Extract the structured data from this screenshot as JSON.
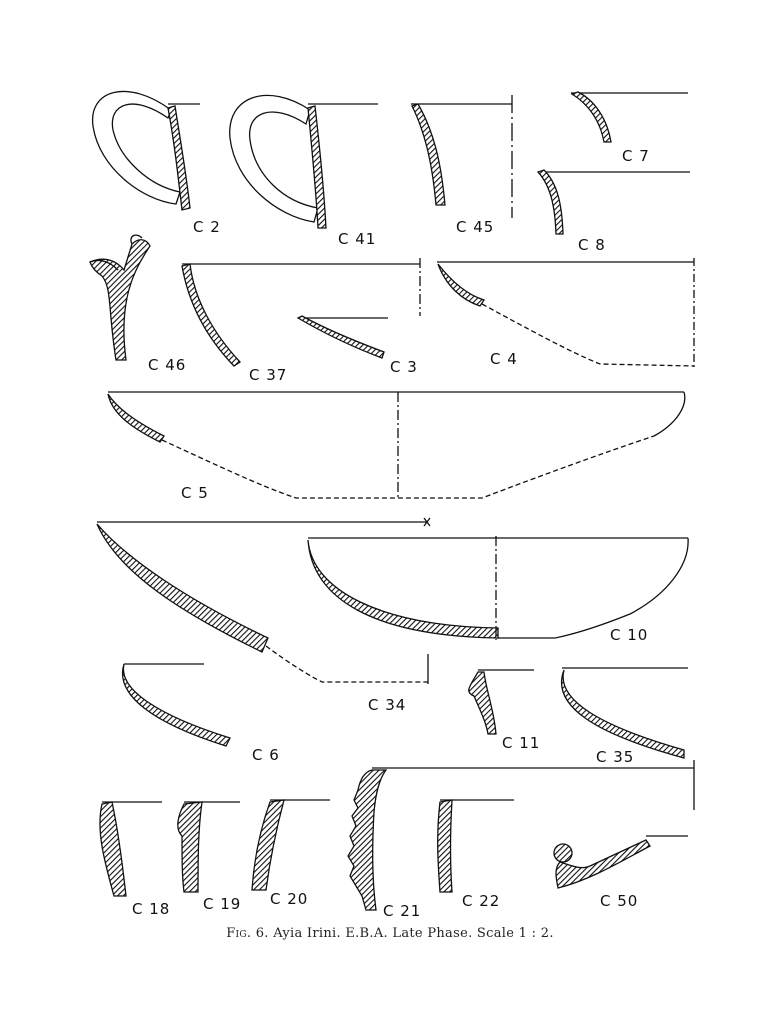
{
  "labels": {
    "C2": "C 2",
    "C41": "C 41",
    "C45": "C 45",
    "C7": "C 7",
    "C8": "C 8",
    "C46": "C 46",
    "C37": "C 37",
    "C3": "C 3",
    "C4": "C 4",
    "C5": "C 5",
    "C34": "C 34",
    "C10": "C 10",
    "C6": "C 6",
    "C11": "C 11",
    "C35": "C 35",
    "C18": "C 18",
    "C19": "C 19",
    "C20": "C 20",
    "C21": "C 21",
    "C22": "C 22",
    "C50": "C 50"
  },
  "caption": {
    "fig": "Fig. 6.",
    "text": "Ayia Irini. E.B.A. Late Phase. Scale 1 : 2."
  }
}
